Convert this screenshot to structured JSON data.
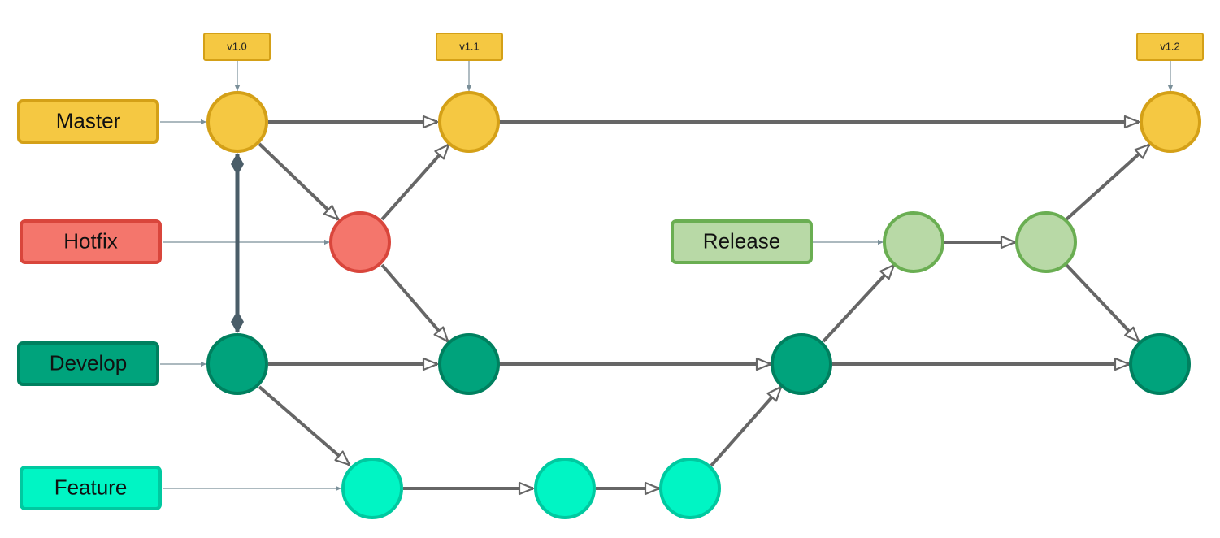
{
  "diagram": {
    "colors": {
      "master_fill": "#F5C842",
      "master_stroke": "#D4A017",
      "hotfix_fill": "#F4766C",
      "hotfix_stroke": "#D9463C",
      "develop_fill": "#00A37C",
      "develop_stroke": "#00805F",
      "feature_fill": "#00F5C4",
      "feature_stroke": "#00C9A0",
      "release_fill": "#B8D9A6",
      "release_stroke": "#6AAE52",
      "arrow": "#666666",
      "link": "#7A8F99"
    },
    "branches": {
      "master": "Master",
      "hotfix": "Hotfix",
      "develop": "Develop",
      "feature": "Feature",
      "release": "Release"
    },
    "tags": {
      "t1": "v1.0",
      "t2": "v1.1",
      "t3": "v1.2"
    }
  }
}
